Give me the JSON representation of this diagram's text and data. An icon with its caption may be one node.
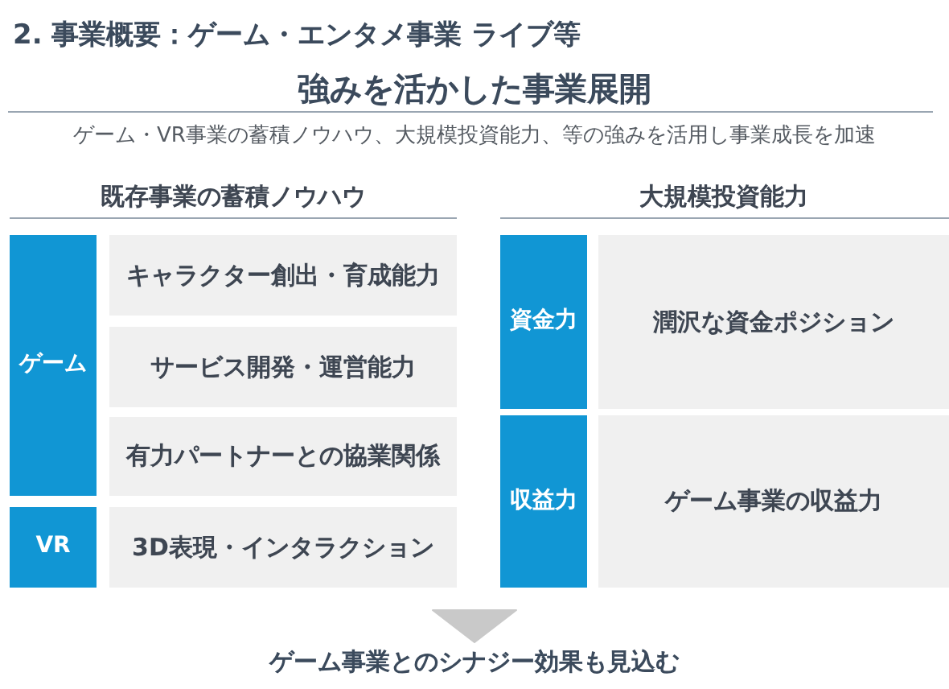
{
  "diagram": {
    "title": "強みを活かした事業展開",
    "nodes": [
      {
        "text": [
          "ゲーム"
        ]
      },
      {
        "text": [
          "キャラクター創出・育成能力"
        ]
      },
      {
        "text": [
          "サービス開発・運営能力"
        ]
      },
      {
        "text": [
          "有力パートナーとの協業関係"
        ]
      },
      {
        "text": [
          "VR"
        ]
      },
      {
        "text": [
          "3D表現・インタラクション"
        ]
      },
      {
        "text": [
          "資金力"
        ]
      },
      {
        "text": [
          "潤沢な資金ポジション"
        ]
      },
      {
        "text": [
          "収益力"
        ]
      },
      {
        "text": [
          "ゲーム事業の収益力"
        ]
      },
      {
        "text": [
          "ゲーム事業とのシナジー効果も見込む"
        ]
      }
    ],
    "edges": [
      {
        "from": null,
        "to": 10,
        "arrow": "to"
      }
    ],
    "labels": [
      "2. 事業概要：ゲーム・エンタメ事業 ライブ等",
      "ゲーム・VR事業の蓄積ノウハウ、大規模投資能力、等の強みを活用し事業成長を加速",
      "既存事業の蓄積ノウハウ",
      "大規模投資能力"
    ]
  }
}
